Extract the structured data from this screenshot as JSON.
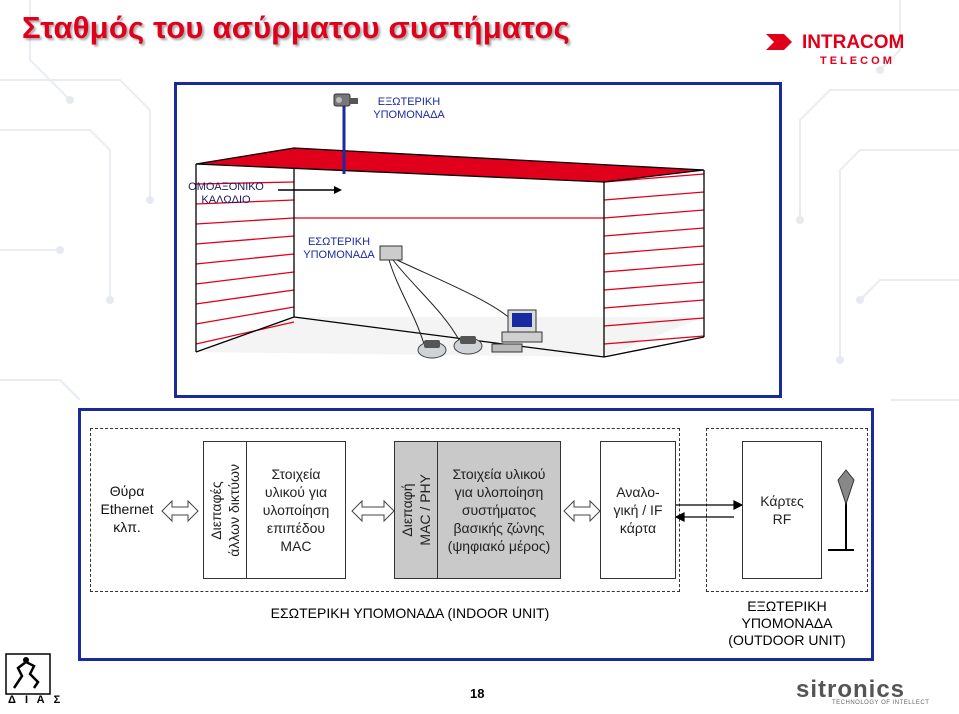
{
  "title": "Σταθμός του ασύρματου συστήματος",
  "logo": {
    "brand": "INTRACOM",
    "sub": "T E L E C O M"
  },
  "top_panel": {
    "outdoor_unit_label": [
      "ΕΞΩΤΕΡΙΚΗ",
      "ΥΠΟΜΟΝΑΔΑ"
    ],
    "coax_label": [
      "ΟΜΟΑΞΟΝΙΚΟ",
      "ΚΑΛΩΔΙΟ"
    ],
    "indoor_unit_label": [
      "ΕΣΩΤΕΡΙΚΗ",
      "ΥΠΟΜΟΝΑΔΑ"
    ]
  },
  "blocks": {
    "ethernet": [
      "Θύρα",
      "Ethernet",
      "κλπ."
    ],
    "net_interfaces": [
      "Διεπαφές",
      "άλλων δικτύων"
    ],
    "mac_hw": [
      "Στοιχεία",
      "υλικού για",
      "υλοποίηση",
      "επιπέδου",
      "MAC"
    ],
    "mac_phy": [
      "Διεπαφή",
      "MAC / PHY"
    ],
    "baseband_hw": [
      "Στοιχεία υλικού",
      "για υλοποίηση",
      "συστήματος",
      "βασικής ζώνης",
      "(ψηφιακό μέρος)"
    ],
    "analog_if": [
      "Αναλο-",
      "γική / IF",
      "κάρτα"
    ],
    "rf_cards": [
      "Κάρτες",
      "RF"
    ]
  },
  "indoor_unit_caption": "ΕΣΩΤΕΡΙΚΗ ΥΠΟΜΟΝΑΔΑ (INDOOR UNIT)",
  "outdoor_unit_caption": [
    "ΕΞΩΤΕΡΙΚΗ",
    "ΥΠΟΜΟΝΑΔΑ",
    "(OUTDOOR UNIT)"
  ],
  "page_number": "18",
  "footer_left_logo": "Δ Ι Α Σ",
  "footer_right_logo": {
    "brand": "sitronics",
    "tagline": "TECHNOLOGY OF INTELLECT"
  },
  "colors": {
    "title": "#e0001b",
    "panel_border": "#1a2a9a",
    "wall_lines": "#e0001b",
    "label_blue": "#1a2aa0",
    "mac_phy_fill": "#c9c9c9"
  }
}
